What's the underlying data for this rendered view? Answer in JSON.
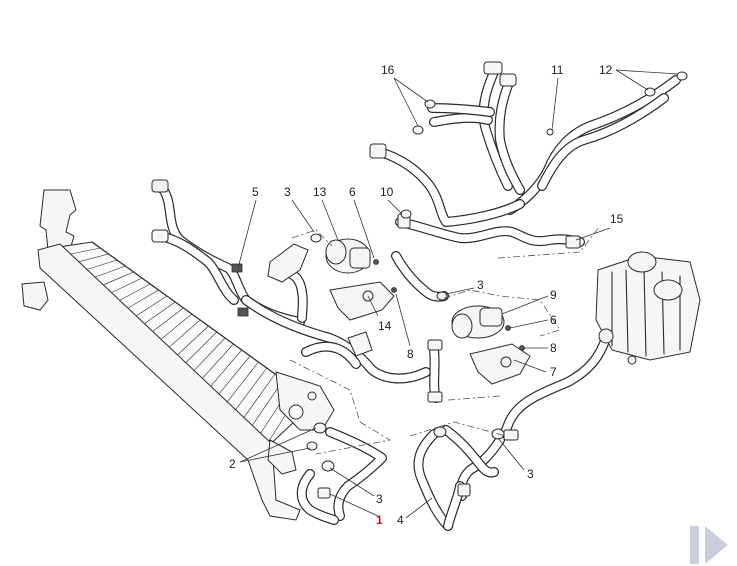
{
  "diagram": {
    "callouts": [
      {
        "id": "c16",
        "text": "16"
      },
      {
        "id": "c11",
        "text": "11"
      },
      {
        "id": "c12",
        "text": "12"
      },
      {
        "id": "c5",
        "text": "5"
      },
      {
        "id": "c3a",
        "text": "3"
      },
      {
        "id": "c13",
        "text": "13"
      },
      {
        "id": "c6a",
        "text": "6"
      },
      {
        "id": "c10",
        "text": "10"
      },
      {
        "id": "c15",
        "text": "15"
      },
      {
        "id": "c3b",
        "text": "3"
      },
      {
        "id": "c9",
        "text": "9"
      },
      {
        "id": "c14",
        "text": "14"
      },
      {
        "id": "c8a",
        "text": "8"
      },
      {
        "id": "c6b",
        "text": "6"
      },
      {
        "id": "c8b",
        "text": "8"
      },
      {
        "id": "c7",
        "text": "7"
      },
      {
        "id": "c2",
        "text": "2"
      },
      {
        "id": "c3c",
        "text": "3"
      },
      {
        "id": "c3d",
        "text": "3"
      },
      {
        "id": "c4",
        "text": "4"
      },
      {
        "id": "c1",
        "text": "1"
      }
    ],
    "highlight_color": "#d0101a",
    "nav_icon": "next-page-icon"
  }
}
